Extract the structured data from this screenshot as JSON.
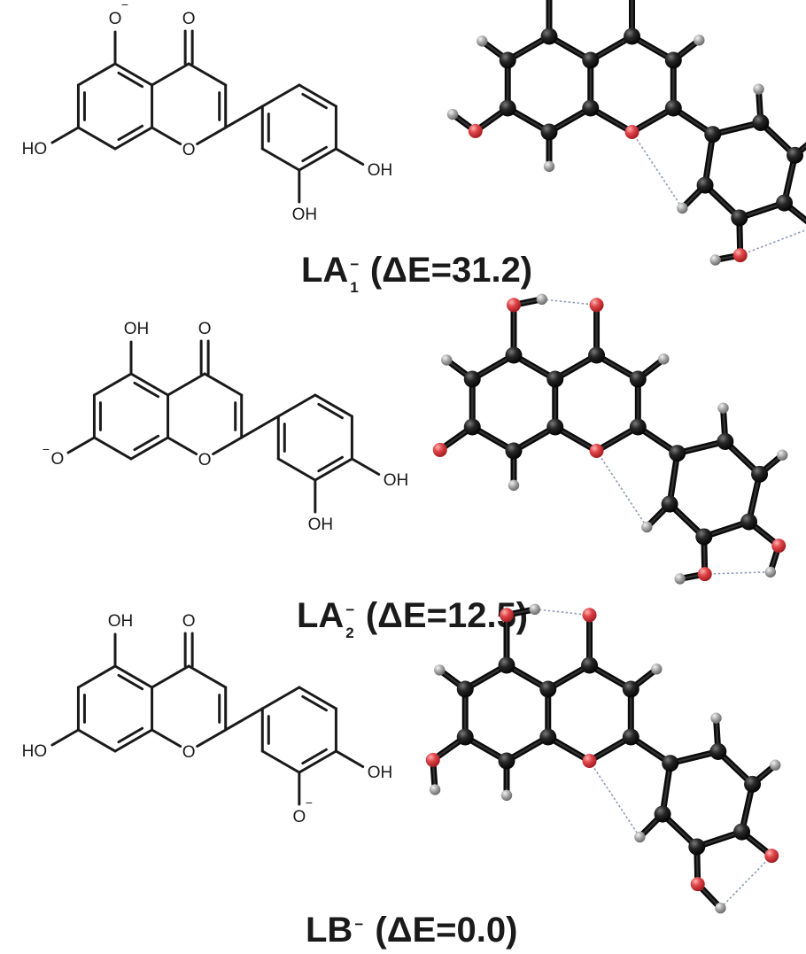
{
  "panels": [
    {
      "id": "la1",
      "caption": {
        "main": "LA",
        "sub": "1",
        "sup": "−",
        "energy": " (ΔE=31.2)"
      },
      "labels": {
        "o5": "O",
        "o5charge": "−",
        "o4": "O",
        "o1": "O",
        "o7": "HO",
        "o7charge": "",
        "o3p": "OH",
        "o3pcharge": "",
        "o4p": "OH"
      }
    },
    {
      "id": "la2",
      "caption": {
        "main": "LA",
        "sub": "2",
        "sup": "−",
        "energy": " (ΔE=12.5)"
      },
      "labels": {
        "o5": "OH",
        "o5charge": "",
        "o4": "O",
        "o1": "O",
        "o7": "O",
        "o7charge": "−",
        "o3p": "OH",
        "o3pcharge": "",
        "o4p": "OH"
      }
    },
    {
      "id": "lb",
      "caption": {
        "main": "LB",
        "sub": "",
        "sup": "−",
        "energy": " (ΔE=0.0)"
      },
      "labels": {
        "o5": "OH",
        "o5charge": "",
        "o4": "O",
        "o1": "O",
        "o7": "HO",
        "o7charge": "",
        "o3p": "O",
        "o3pcharge": "−",
        "o4p": "OH"
      }
    }
  ],
  "colors": {
    "carbon": "#151515",
    "oxygen": "#e0464a",
    "hydrogen": "#9a9a9a",
    "bond": "#1a1a1a",
    "hbond": "#8f9ab8"
  }
}
